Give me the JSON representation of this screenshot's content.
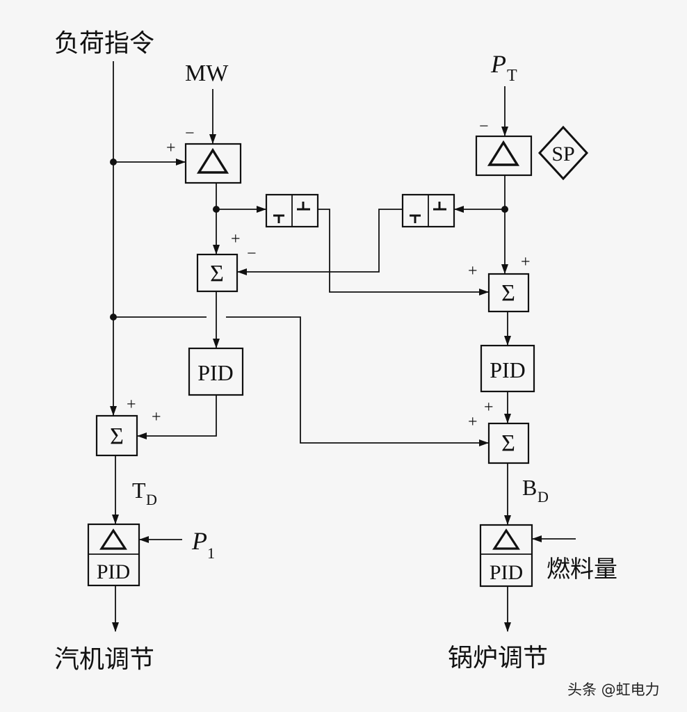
{
  "labels": {
    "load_command": "负荷指令",
    "mw": "MW",
    "pt_main": "P",
    "pt_sub": "T",
    "sp": "SP",
    "td_main": "T",
    "td_sub": "D",
    "bd_main": "B",
    "bd_sub": "D",
    "p1_main": "P",
    "p1_sub": "1",
    "fuel": "燃料量",
    "turbine_control": "汽机调节",
    "boiler_control": "锅炉调节",
    "watermark": "头条 @虹电力"
  },
  "blocks": {
    "pid": "PID",
    "sigma": "Σ",
    "plus": "+",
    "minus": "−"
  },
  "colors": {
    "line": "#111111",
    "background": "#f6f6f6",
    "watermark": "#222222"
  }
}
